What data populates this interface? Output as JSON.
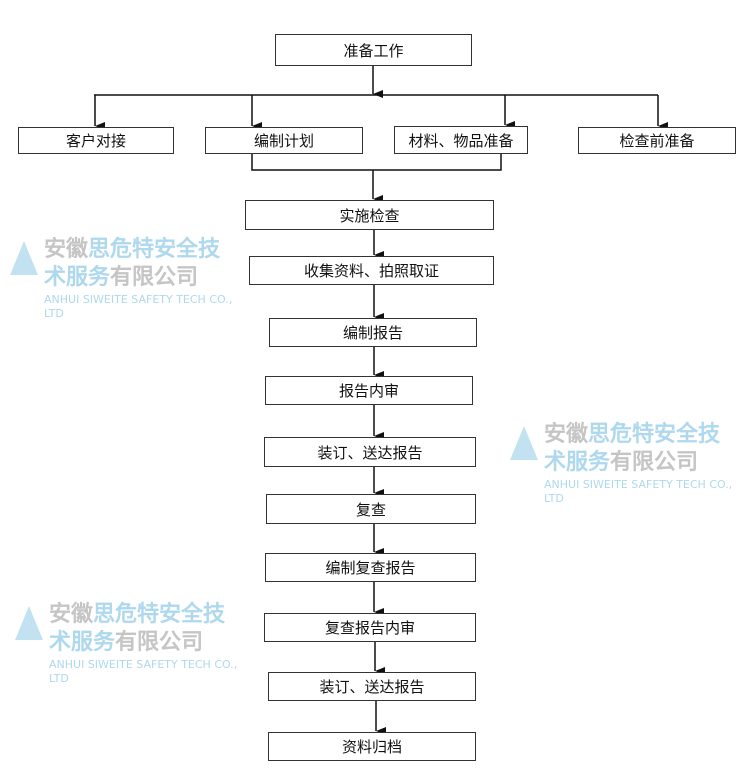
{
  "flowchart": {
    "start": "准备工作",
    "branches": [
      "客户对接",
      "编制计划",
      "材料、物品准备",
      "检查前准备"
    ],
    "steps": [
      "实施检查",
      "收集资料、拍照取证",
      "编制报告",
      "报告内审",
      "装订、送达报告",
      "复查",
      "编制复查报告",
      "复查报告内审",
      "装订、送达报告",
      "资料归档"
    ]
  },
  "watermark": {
    "company_prefix": "安徽",
    "company_blue": "思危特安全技术服务",
    "company_suffix": "有限公司",
    "company_en": "ANHUI SIWEITE SAFETY TECH CO., LTD"
  }
}
